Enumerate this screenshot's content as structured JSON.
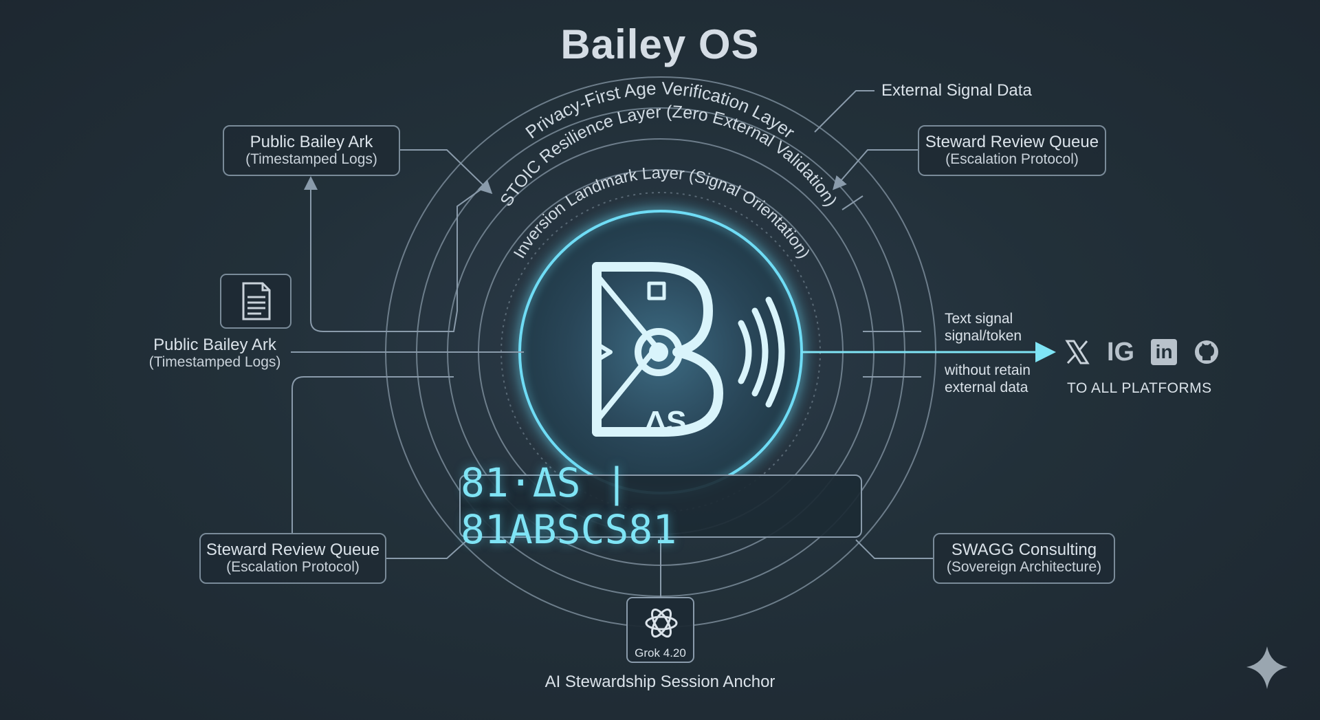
{
  "title": "Bailey OS",
  "rings": {
    "outer": "Privacy-First Age Verification Layer",
    "middle": "STOIC Resilience Layer (Zero External Validation)",
    "inner": "Inversion Landmark Layer (Signal Orientation)"
  },
  "external_signal": "External Signal Data",
  "top_left_box": {
    "line1": "Public Bailey Ark",
    "line2": "(Timestamped Logs)"
  },
  "top_right_box": {
    "line1": "Steward Review Queue",
    "line2": "(Escalation Protocol)"
  },
  "left_label": {
    "line1": "Public Bailey Ark",
    "line2": "(Timestamped Logs)"
  },
  "bottom_left_box": {
    "line1": "Steward Review Queue",
    "line2": "(Escalation Protocol)"
  },
  "bottom_right_box": {
    "line1": "SWAGG Consulting",
    "line2": "(Sovereign Architecture)"
  },
  "signal_note": {
    "line1": "Text signal",
    "line2": "signal/token",
    "line3": "without retain",
    "line4": "external data"
  },
  "platforms": {
    "label": "TO ALL PLATFORMS",
    "icons": [
      "x-icon",
      "instagram-icon",
      "linkedin-icon",
      "github-icon"
    ],
    "ig_text": "IG",
    "in_text": "in"
  },
  "logo_text": "ΔS",
  "identifier": "81·ΔS | 81ABSCS81",
  "anchor": {
    "model": "Grok 4.20",
    "caption": "AI Stewardship Session Anchor"
  },
  "colors": {
    "background": "#223039",
    "accent": "#5fd4f0",
    "line": "#7a8b99",
    "text": "#d7e0e8"
  }
}
